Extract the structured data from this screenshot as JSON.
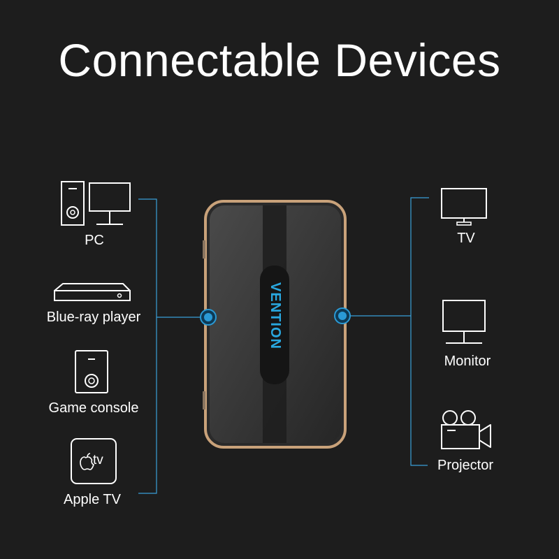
{
  "title": "Connectable Devices",
  "colors": {
    "background": "#1d1d1d",
    "line": "#3aa0d8",
    "device_frame": "#c9a27a",
    "device_body": "#3a3a3a",
    "logo": "#29a8e0"
  },
  "device": {
    "brand": "VENTION"
  },
  "inputs": [
    {
      "icon": "pc-icon",
      "label": "PC"
    },
    {
      "icon": "blu-ray-player-icon",
      "label": "Blue-ray player"
    },
    {
      "icon": "game-console-icon",
      "label": "Game console"
    },
    {
      "icon": "apple-tv-icon",
      "label": "Apple TV",
      "icon_text": "tv"
    }
  ],
  "outputs": [
    {
      "icon": "tv-icon",
      "label": "TV"
    },
    {
      "icon": "monitor-icon",
      "label": "Monitor"
    },
    {
      "icon": "projector-icon",
      "label": "Projector"
    }
  ]
}
